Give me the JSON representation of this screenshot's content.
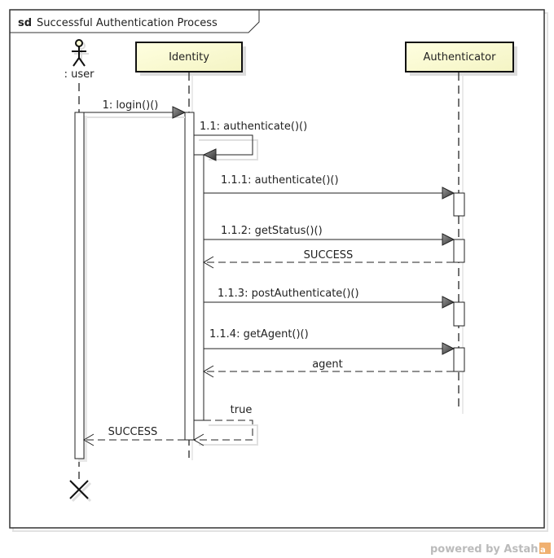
{
  "frame": {
    "keyword": "sd",
    "title": "Successful Authentication Process"
  },
  "lifelines": [
    {
      "id": "user",
      "label": ": user",
      "kind": "actor"
    },
    {
      "id": "identity",
      "label": "Identity",
      "kind": "object"
    },
    {
      "id": "authenticator",
      "label": "Authenticator",
      "kind": "object"
    }
  ],
  "messages": [
    {
      "label": "1: login()()",
      "from": "user",
      "to": "identity",
      "type": "sync"
    },
    {
      "label": "1.1: authenticate()()",
      "from": "identity",
      "to": "identity",
      "type": "self"
    },
    {
      "label": "1.1.1: authenticate()()",
      "from": "identity",
      "to": "authenticator",
      "type": "sync"
    },
    {
      "label": "1.1.2: getStatus()()",
      "from": "identity",
      "to": "authenticator",
      "type": "sync"
    },
    {
      "label": "SUCCESS",
      "from": "authenticator",
      "to": "identity",
      "type": "return"
    },
    {
      "label": "1.1.3: postAuthenticate()()",
      "from": "identity",
      "to": "authenticator",
      "type": "sync"
    },
    {
      "label": "1.1.4: getAgent()()",
      "from": "identity",
      "to": "authenticator",
      "type": "sync"
    },
    {
      "label": "agent",
      "from": "authenticator",
      "to": "identity",
      "type": "return"
    },
    {
      "label": "true",
      "from": "identity",
      "to": "identity",
      "type": "self-return"
    },
    {
      "label": "SUCCESS",
      "from": "identity",
      "to": "user",
      "type": "return"
    }
  ],
  "footer": {
    "powered_by": "powered by Astah"
  },
  "colors": {
    "object_fill": "#ffffd8",
    "line": "#222222",
    "shadow": "#dddddd"
  }
}
